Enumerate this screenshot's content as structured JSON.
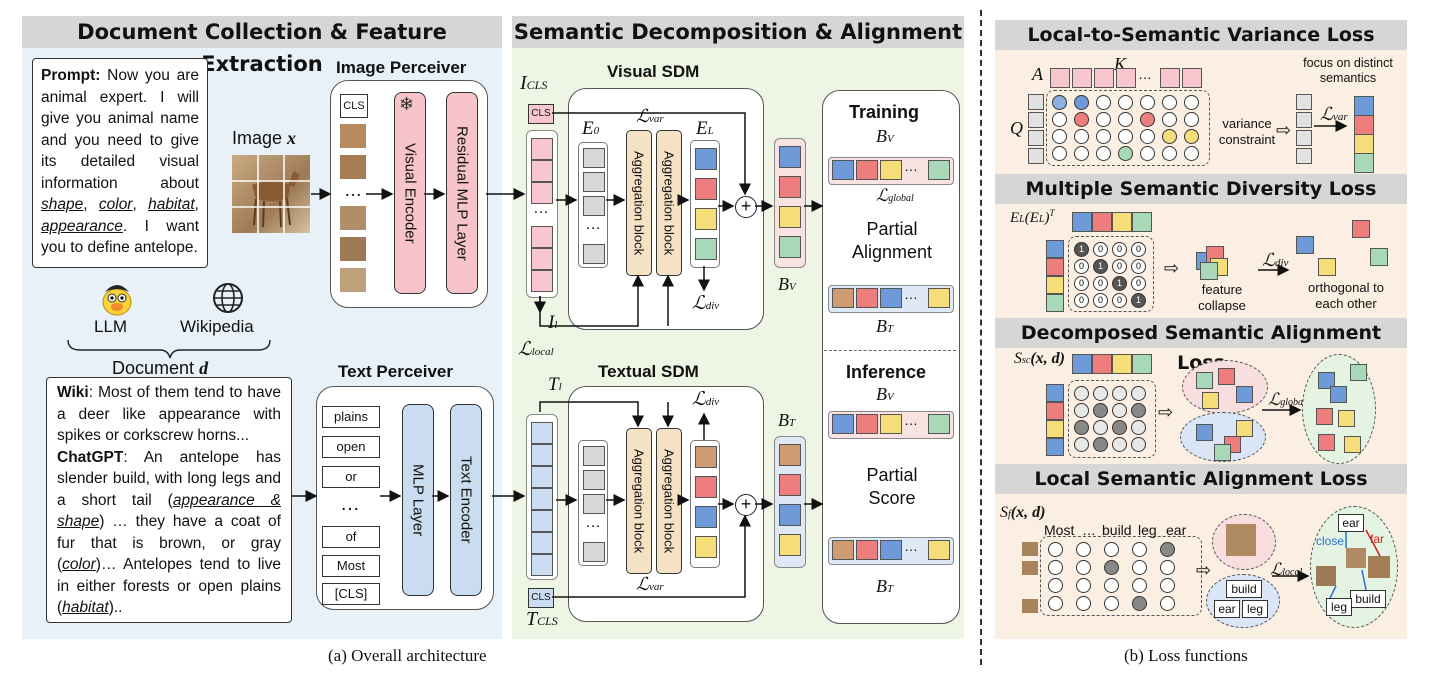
{
  "headers": {
    "doc_collection": "Document Collection & Feature Extraction",
    "semantic": "Semantic Decomposition & Alignment",
    "loss1": "Local-to-Semantic Variance Loss",
    "loss2": "Multiple Semantic Diversity Loss",
    "loss3": "Decomposed Semantic Alignment Loss",
    "loss4": "Local Semantic Alignment Loss"
  },
  "prompt": {
    "label": "Prompt:",
    "text1": " Now you are animal expert. I will give you animal name and you need to give its detailed visual information about ",
    "shape": "shape",
    "comma1": ", ",
    "color": "color",
    "comma2": ", ",
    "habitat": "habitat",
    "comma3": ", ",
    "appearance": "appearance",
    "text2": ". I want you to define antelope."
  },
  "doc": {
    "llm": "LLM",
    "wiki_label": "Wikipedia",
    "document": "Document",
    "document_sym": "d",
    "wiki_bold": "Wiki",
    "wiki_text": ": Most of them tend to have a deer like appearance with spikes or corkscrew horns...",
    "chatgpt_bold": "ChatGPT",
    "chat1": ": An antelope has slender build, with long legs and a short tail (",
    "appearance_shape": "appearance & shape",
    "chat2": ") … they have a coat of fur that is brown, or gray (",
    "color": "color",
    "chat3": ")… Antelopes tend to live in either forests or open plains (",
    "habitat": "habitat",
    "chat4": ").."
  },
  "image": {
    "label": "Image",
    "sym": "x",
    "perceiver": "Image Perceiver",
    "cls": "CLS",
    "visual_encoder": "Visual Encoder",
    "residual": "Residual MLP Layer",
    "dots": "…"
  },
  "text": {
    "perceiver": "Text Perceiver",
    "tokens": [
      "plains",
      "open",
      "or",
      "…",
      "of",
      "Most",
      "[CLS]"
    ],
    "mlp": "MLP Layer",
    "encoder": "Text Encoder"
  },
  "sdm": {
    "visual": "Visual SDM",
    "textual": "Textual SDM",
    "agg": "Aggregation block",
    "cls": "CLS",
    "training": "Training",
    "inference": "Inference",
    "partial_alignment": "Partial Alignment",
    "partial_score": "Partial Score",
    "plus": "+"
  },
  "math": {
    "I": "I",
    "CLS": "CLS",
    "E": "E",
    "zero": "0",
    "L": "L",
    "var": "var",
    "Lcal": "ℒ",
    "div": "div",
    "local": "local",
    "global": "global",
    "l": "l",
    "T": "T",
    "B": "B",
    "V": "V",
    "Tsub": "T",
    "A": "A",
    "K": "K",
    "Q": "Q",
    "S": "S",
    "sc": "sc",
    "f": "f",
    "xd": "(x, d)",
    "ELT": "(E",
    "sup": "T"
  },
  "loss": {
    "focus": "focus on distinct semantics",
    "variance": "variance constraint",
    "feature_collapse": "feature collapse",
    "orthogonal": "orthogonal to each other",
    "words": [
      "Most",
      "…",
      "build",
      "leg",
      "ear"
    ],
    "ear": "ear",
    "build": "build",
    "leg": "leg",
    "close": "close",
    "far": "far"
  },
  "captions": {
    "a": "(a) Overall architecture",
    "b": "(b) Loss functions"
  },
  "colors": {
    "blue": "#6f9ad8",
    "red": "#ee7d7d",
    "yellow": "#f5dd7a",
    "green": "#a7d8b8",
    "brown": "#cf9b72",
    "pink": "#f8c6ce",
    "lightblue": "#c9dcf0",
    "cream": "#f5e2c5",
    "panel_blue": "#eaf1f9",
    "panel_green": "#eef5e6",
    "panel_orange": "#fcece0"
  }
}
